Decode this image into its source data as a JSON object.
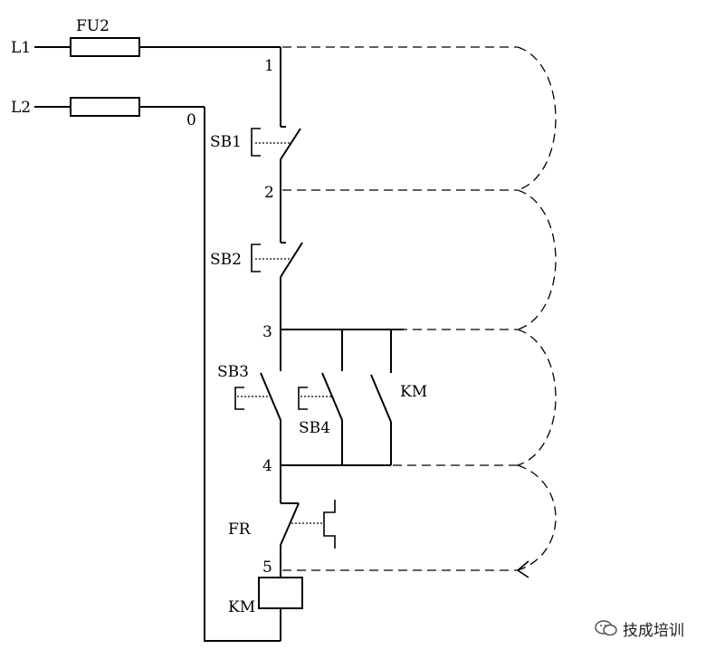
{
  "labels": {
    "L1": "L1",
    "L2": "L2",
    "FU2": "FU2",
    "n0": "0",
    "n1": "1",
    "n2": "2",
    "n3": "3",
    "n4": "4",
    "n5": "5",
    "SB1": "SB1",
    "SB2": "SB2",
    "SB3": "SB3",
    "SB4": "SB4",
    "KM_contact": "KM",
    "FR": "FR",
    "KM_coil": "KM"
  },
  "watermark": {
    "text": "技成培训",
    "icon": "wechat-icon"
  }
}
